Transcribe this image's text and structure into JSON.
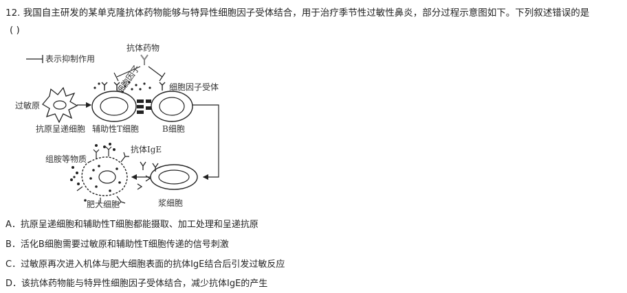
{
  "question": {
    "stem": "12. 我国自主研发的某单克隆抗体药物能够与特异性细胞因子受体结合，用于治疗季节性过敏性鼻炎，部分过程示意图如下。下列叙述错误的是",
    "blank": "(      )"
  },
  "diagram": {
    "legend_label": "表示抑制作用",
    "antibody_drug": "抗体药物",
    "cytokine": "细胞因子",
    "cytokine_receptor": "细胞因子受体",
    "allergen": "过敏原",
    "apc": "抗原呈递细胞",
    "helper_t": "辅助性T细胞",
    "b_cell": "B细胞",
    "antibody_ige": "抗体IgE",
    "histamine": "组胺等物质",
    "mast_cell": "肥大细胞",
    "plasma_cell": "浆细胞"
  },
  "options": [
    "A．抗原呈递细胞和辅助性T细胞都能摄取、加工处理和呈递抗原",
    "B．活化B细胞需要过敏原和辅助性T细胞传递的信号刺激",
    "C．过敏原再次进入机体与肥大细胞表面的抗体IgE结合后引发过敏反应",
    "D．该抗体药物能与特异性细胞因子受体结合，减少抗体IgE的产生"
  ]
}
